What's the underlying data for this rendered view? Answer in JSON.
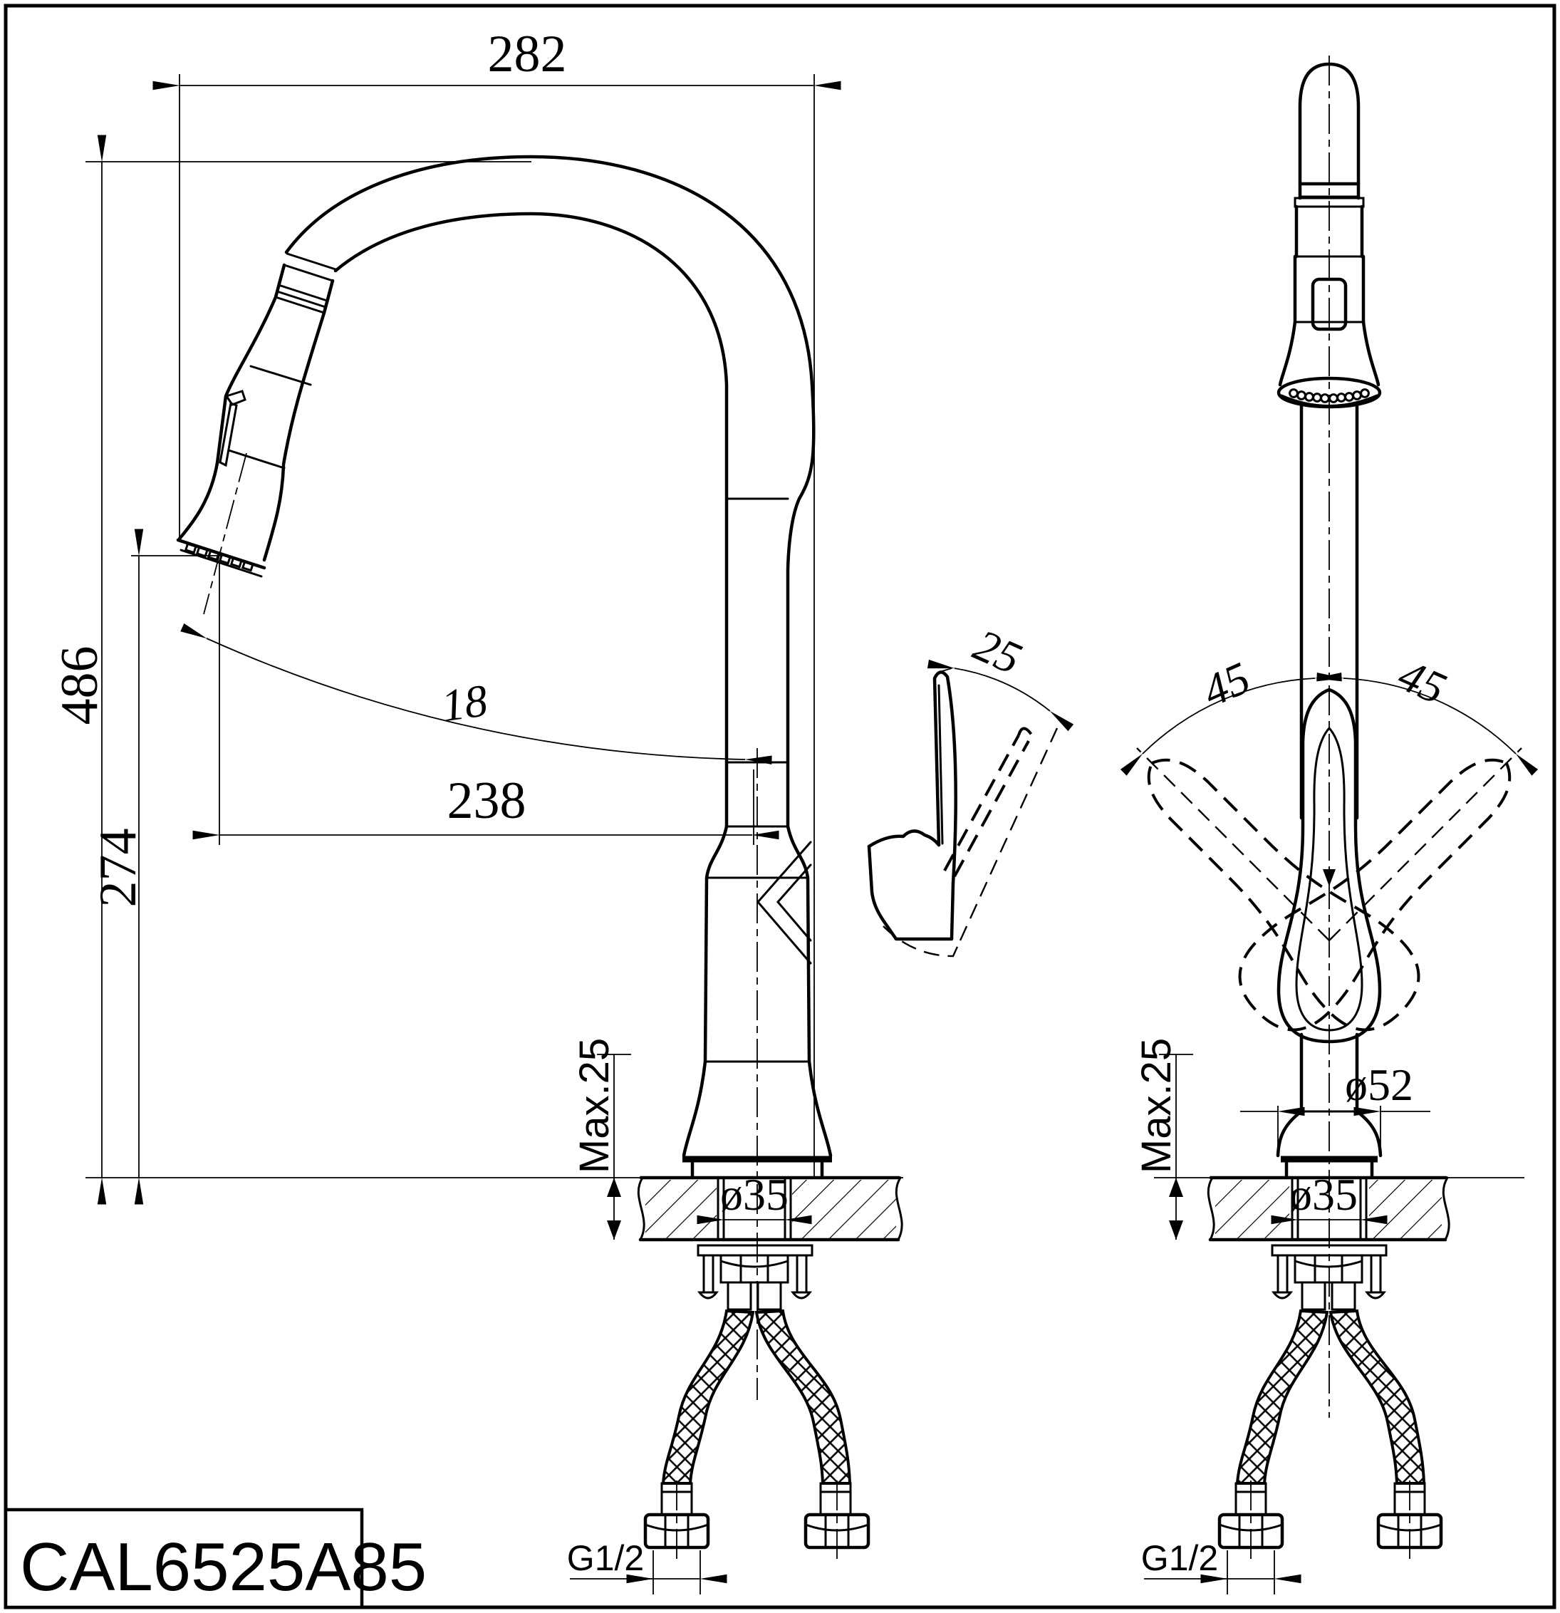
{
  "sheet": {
    "background": "#ffffff",
    "line_color": "#000000",
    "model_label": "CAL6525A85"
  },
  "dimensions": {
    "spout_reach": "282",
    "overall_height": "486",
    "spout_outlet_height": "274",
    "outlet_reach": "238",
    "spray_head_angle": "18",
    "handle_tilt_angle": "25",
    "handle_swing_left": "45",
    "handle_swing_right": "45",
    "max_deck_thickness": "Max.25",
    "mounting_hole_diameter": "ø35",
    "base_diameter": "ø52",
    "inlet_thread": "G1/2"
  }
}
